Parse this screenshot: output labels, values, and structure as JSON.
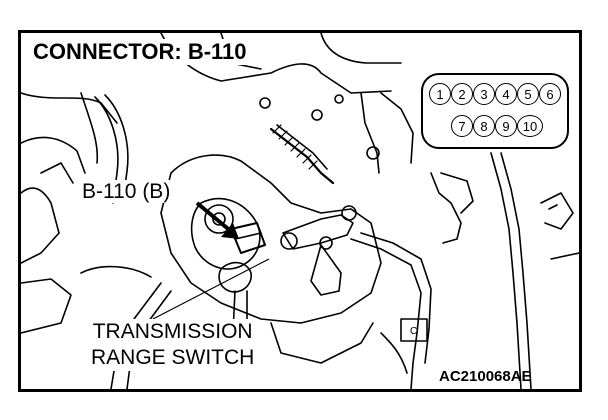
{
  "title": "CONNECTOR: B-110",
  "callout_connector": "B-110 (B)",
  "callout_switch_line1": "TRANSMISSION",
  "callout_switch_line2": "RANGE SWITCH",
  "figure_code": "AC210068AE",
  "small_label": "C",
  "connector_pins": {
    "row1": [
      "1",
      "2",
      "3",
      "4",
      "5",
      "6"
    ],
    "row2": [
      "7",
      "8",
      "9",
      "10"
    ]
  },
  "colors": {
    "ink": "#000000",
    "paper": "#ffffff"
  }
}
